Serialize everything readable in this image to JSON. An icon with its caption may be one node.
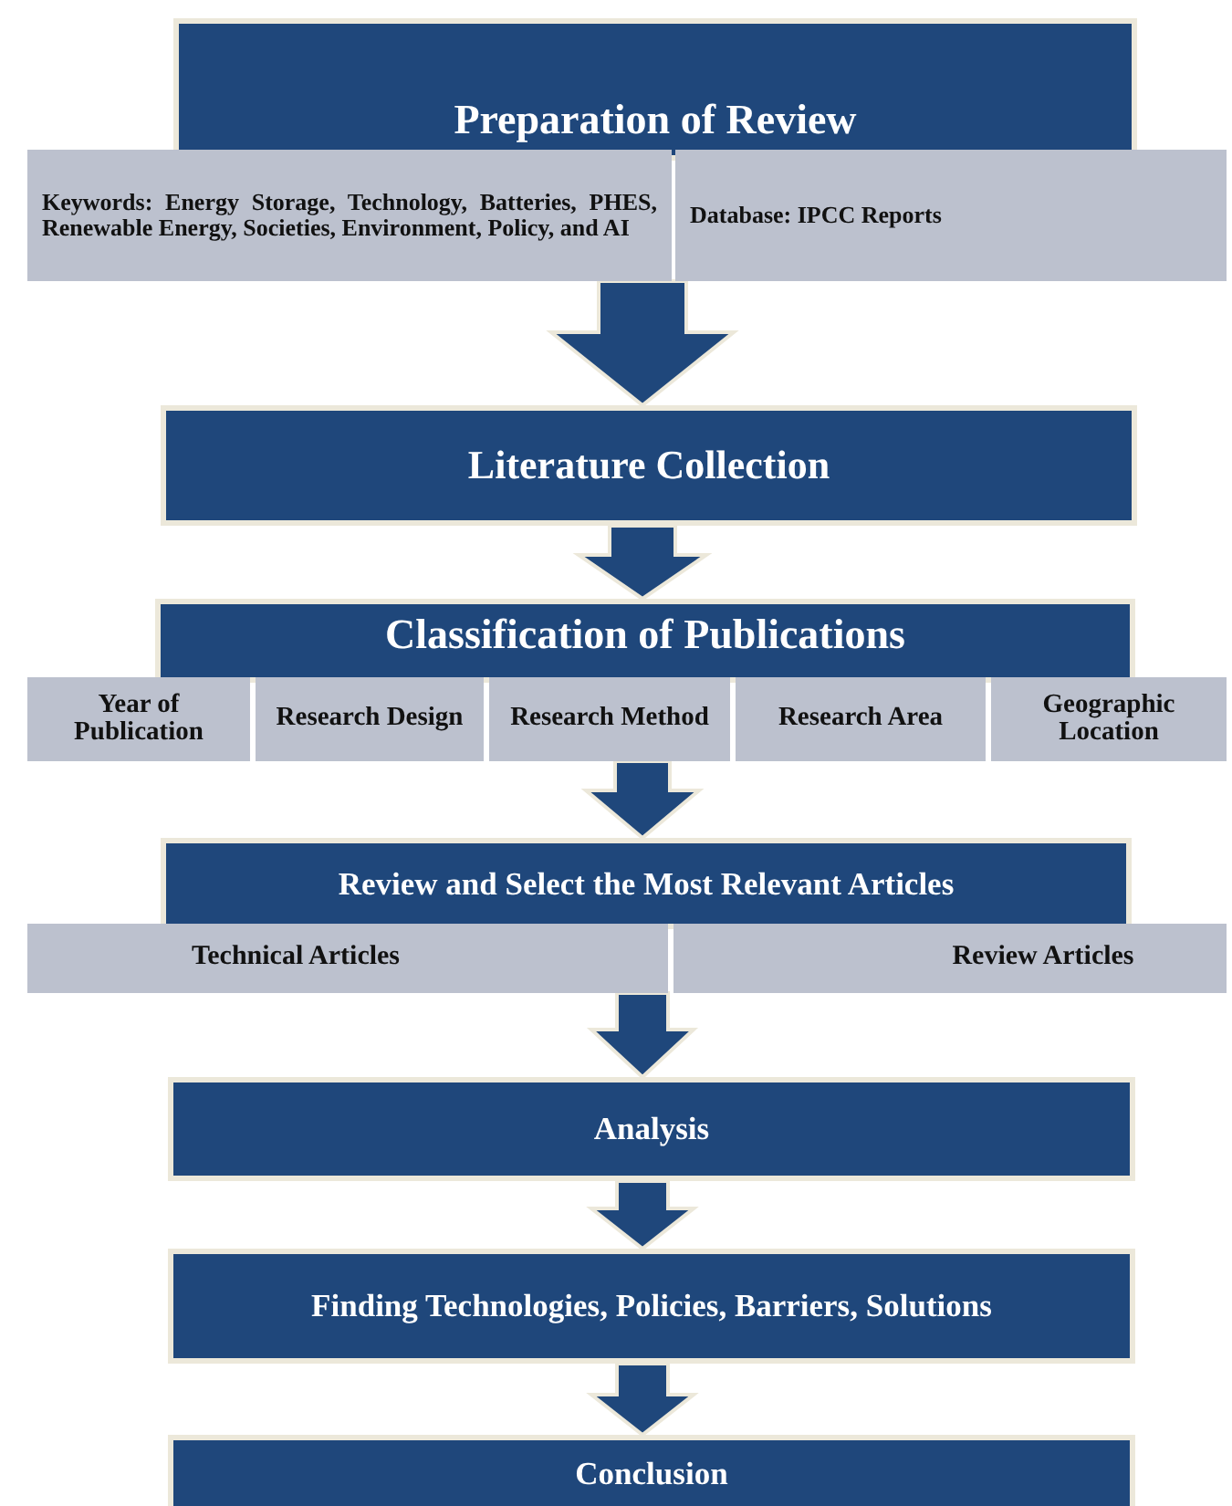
{
  "diagram": {
    "nodes": [
      {
        "text": [
          "Preparation of Review"
        ]
      },
      {
        "text": [
          "Keywords: Energy Storage, Technology, Batteries, PHES, Renewable Energy, Societies, Environment, Policy, and AI"
        ]
      },
      {
        "text": [
          "Database: IPCC Reports"
        ]
      },
      {
        "text": [
          "Literature Collection"
        ]
      },
      {
        "text": [
          "Classification of Publications"
        ]
      },
      {
        "text": [
          "Year of Publication"
        ]
      },
      {
        "text": [
          "Research Design"
        ]
      },
      {
        "text": [
          "Research Method"
        ]
      },
      {
        "text": [
          "Research Area"
        ]
      },
      {
        "text": [
          "Geographic Location"
        ]
      },
      {
        "text": [
          "Review and Select the Most Relevant Articles"
        ]
      },
      {
        "text": [
          "Technical Articles"
        ]
      },
      {
        "text": [
          "Review Articles"
        ]
      },
      {
        "text": [
          "Analysis"
        ]
      },
      {
        "text": [
          "Finding Technologies, Policies, Barriers, Solutions"
        ]
      },
      {
        "text": [
          "Conclusion"
        ]
      }
    ],
    "edges": [
      {
        "from": 1,
        "to": 3,
        "arrow": "to"
      },
      {
        "from": 3,
        "to": 4,
        "arrow": "to"
      },
      {
        "from": 7,
        "to": 10,
        "arrow": "to"
      },
      {
        "from": 11,
        "to": 13,
        "arrow": "to"
      },
      {
        "from": 13,
        "to": 14,
        "arrow": "to"
      },
      {
        "from": 14,
        "to": 15,
        "arrow": "to"
      }
    ]
  }
}
